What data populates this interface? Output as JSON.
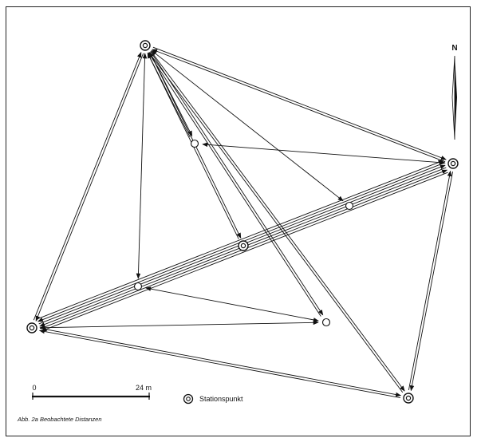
{
  "north_label": "N",
  "scale": {
    "start": "0",
    "end": "24 m"
  },
  "legend": {
    "symbol": "double-circle-icon",
    "label": "Stationspunkt"
  },
  "caption": "Abb. 2a  Beobachtete Distanzen",
  "colors": {
    "ink": "#111111",
    "background": "#ffffff"
  }
}
